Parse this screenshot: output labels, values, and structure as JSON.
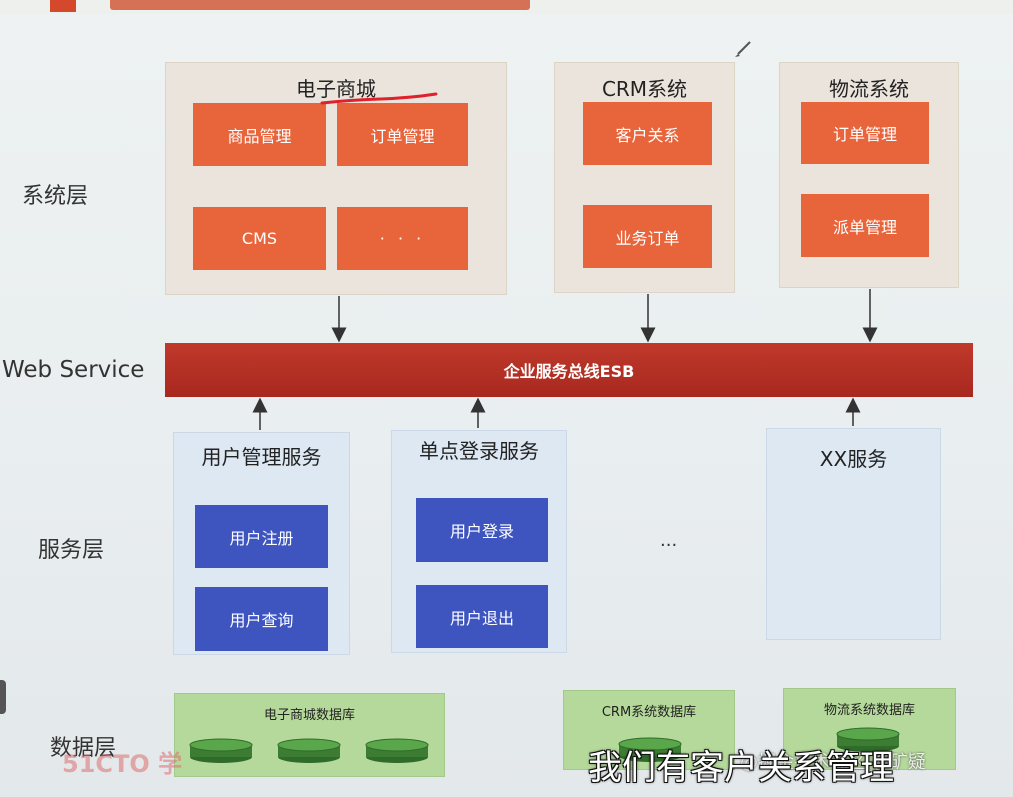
{
  "layers": {
    "system": "系统层",
    "webservice": "Web Service",
    "service": "服务层",
    "data": "数据层"
  },
  "systems": {
    "ecommerce": {
      "title": "电子商城",
      "modules": [
        "商品管理",
        "订单管理",
        "CMS",
        "· · ·"
      ]
    },
    "crm": {
      "title": "CRM系统",
      "modules": [
        "客户关系",
        "业务订单"
      ]
    },
    "logistics": {
      "title": "物流系统",
      "modules": [
        "订单管理",
        "派单管理"
      ]
    }
  },
  "esb": {
    "label": "企业服务总线ESB"
  },
  "services": {
    "user_mgmt": {
      "title": "用户管理服务",
      "items": [
        "用户注册",
        "用户查询"
      ]
    },
    "sso": {
      "title": "单点登录服务",
      "items": [
        "用户登录",
        "用户退出"
      ]
    },
    "ellipsis": "...",
    "xx": {
      "title": "XX服务"
    }
  },
  "databases": {
    "ecommerce": "电子商城数据库",
    "crm": "CRM系统数据库",
    "logistics": "物流系统数据库"
  },
  "overlay": {
    "brand": "51CTO 学",
    "caption": "我们有客户关系管理",
    "watermark": "@掘金技术社区 @矿疑"
  },
  "colors": {
    "module_orange": "#e8653c",
    "esb_red": "#b83224",
    "service_blue": "#3e55bf",
    "db_green": "#b5d99b",
    "annotation_red": "#e0202a"
  }
}
